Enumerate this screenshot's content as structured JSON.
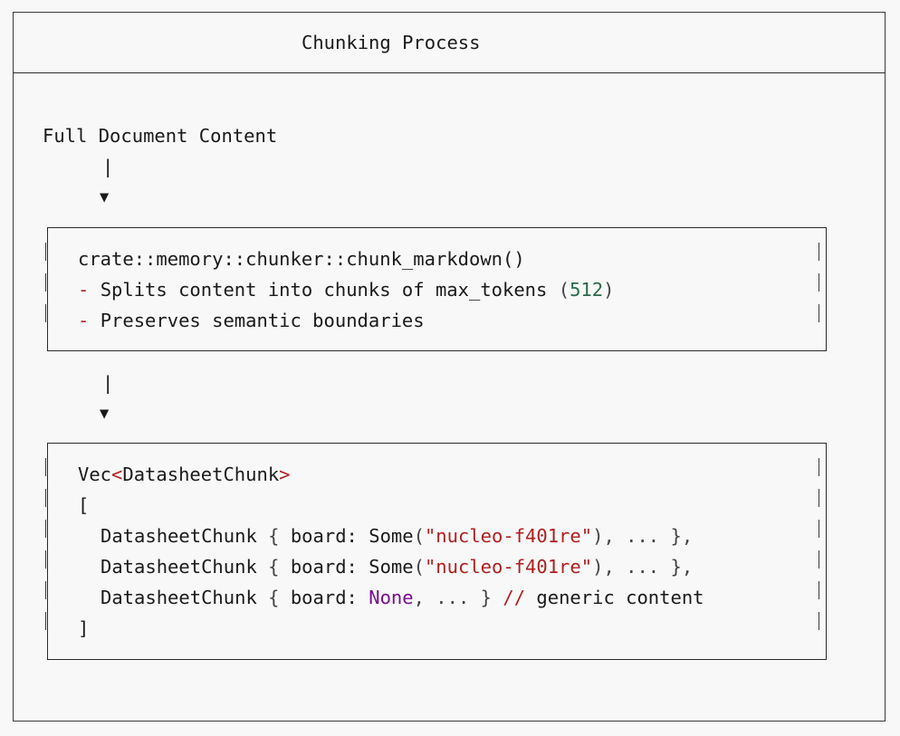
{
  "title": "Chunking Process",
  "source_label": "Full Document Content",
  "arrow": {
    "line": "|",
    "head": "▼"
  },
  "chunker_box": {
    "function_call": "crate::memory::chunker::chunk_markdown()",
    "bullet_marker": "-",
    "bullet_1": {
      "text": "Splits content into chunks of max_tokens ",
      "paren_open": "(",
      "value": "512",
      "paren_close": ")"
    },
    "bullet_2": "Preserves semantic boundaries"
  },
  "output_box": {
    "type_name": "Vec",
    "generic_open": "<",
    "generic_type": "DatasheetChunk",
    "generic_close": ">",
    "open_bracket": "[",
    "close_bracket": "]",
    "items": [
      {
        "struct": "DatasheetChunk",
        "brace_open": "{",
        "field": "board:",
        "variant": "Some",
        "arg_open": "(",
        "arg": "\"nucleo-f401re\"",
        "arg_close": ")",
        "rest": ", ... },"
      },
      {
        "struct": "DatasheetChunk",
        "brace_open": "{",
        "field": "board:",
        "variant": "Some",
        "arg_open": "(",
        "arg": "\"nucleo-f401re\"",
        "arg_close": ")",
        "rest": ", ... },"
      },
      {
        "struct": "DatasheetChunk",
        "brace_open": "{",
        "field": "board:",
        "variant": "None",
        "rest": ", ... }",
        "comment_marker": "//",
        "comment": "generic content"
      }
    ]
  }
}
